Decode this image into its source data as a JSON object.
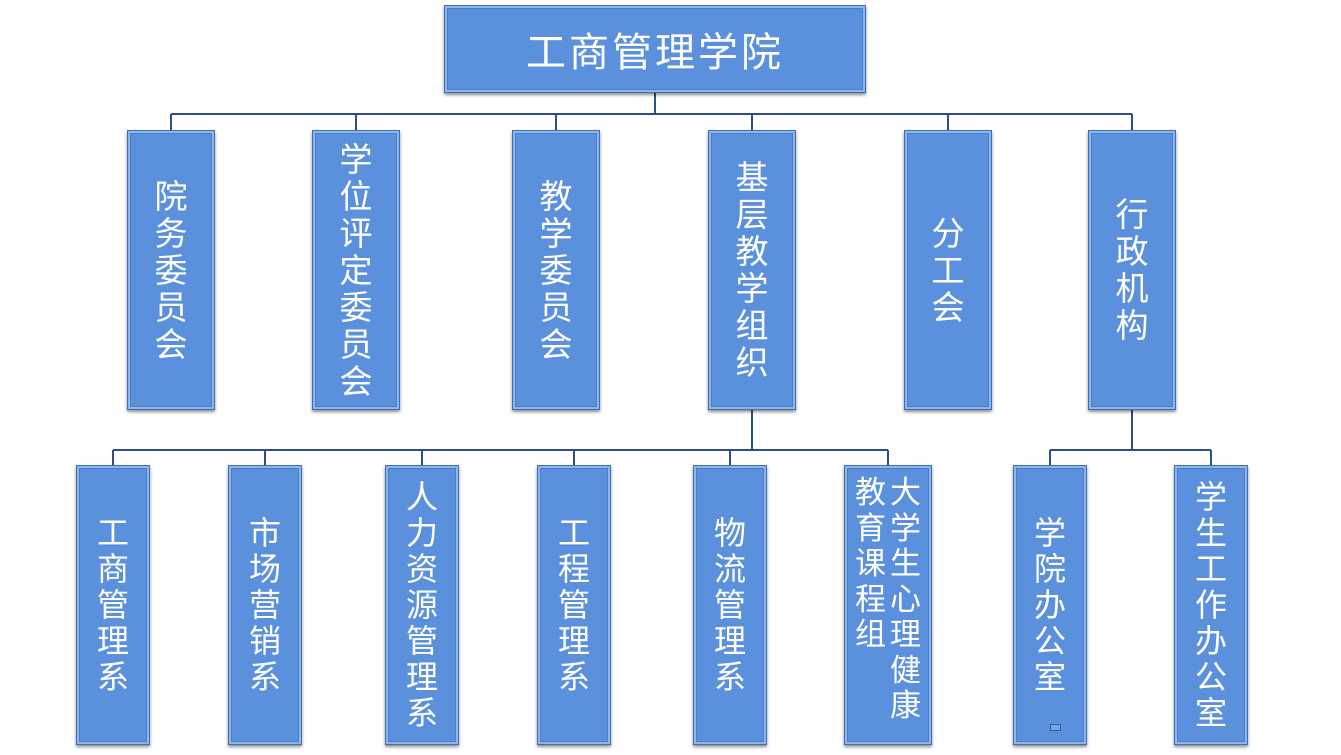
{
  "root": {
    "label": "工商管理学院"
  },
  "level1": [
    {
      "label": "院务委员会"
    },
    {
      "label": "学位评定委员会"
    },
    {
      "label": "教学委员会"
    },
    {
      "label": "基层教学组织"
    },
    {
      "label": "分工会"
    },
    {
      "label": "行政机构"
    }
  ],
  "teaching_units": [
    {
      "label": "工商管理系"
    },
    {
      "label": "市场营销系"
    },
    {
      "label": "人力资源管理系"
    },
    {
      "label": "工程管理系"
    },
    {
      "label": "物流管理系"
    },
    {
      "label": "大学生心理健康教育课程组",
      "columns": [
        "大学生心理健康",
        "教育课程组"
      ]
    }
  ],
  "admin_units": [
    {
      "label": "学院办公室"
    },
    {
      "label": "学生工作办公室"
    }
  ],
  "colors": {
    "box_fill": "#5b91dc",
    "box_border": "#3e6fb3",
    "connector": "#2b4f86",
    "text": "#ffffff"
  }
}
